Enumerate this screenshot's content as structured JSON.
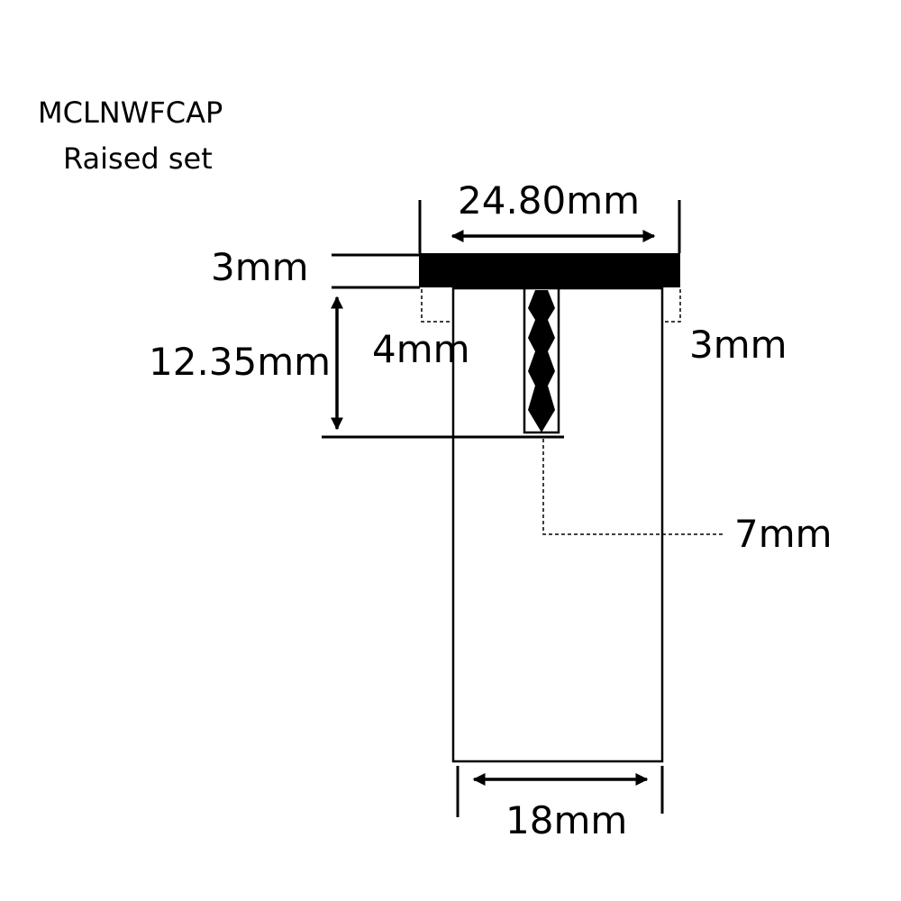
{
  "product": {
    "code": "MCLNWFCAP",
    "variant": "Raised set"
  },
  "dimensions": {
    "cap_width": "24.80mm",
    "cap_thickness": "3mm",
    "stem_height": "12.35mm",
    "left_overhang": "4mm",
    "right_overhang": "3mm",
    "pin_width": "7mm",
    "body_width": "18mm"
  },
  "colors": {
    "ink": "#000000",
    "background": "#ffffff"
  }
}
